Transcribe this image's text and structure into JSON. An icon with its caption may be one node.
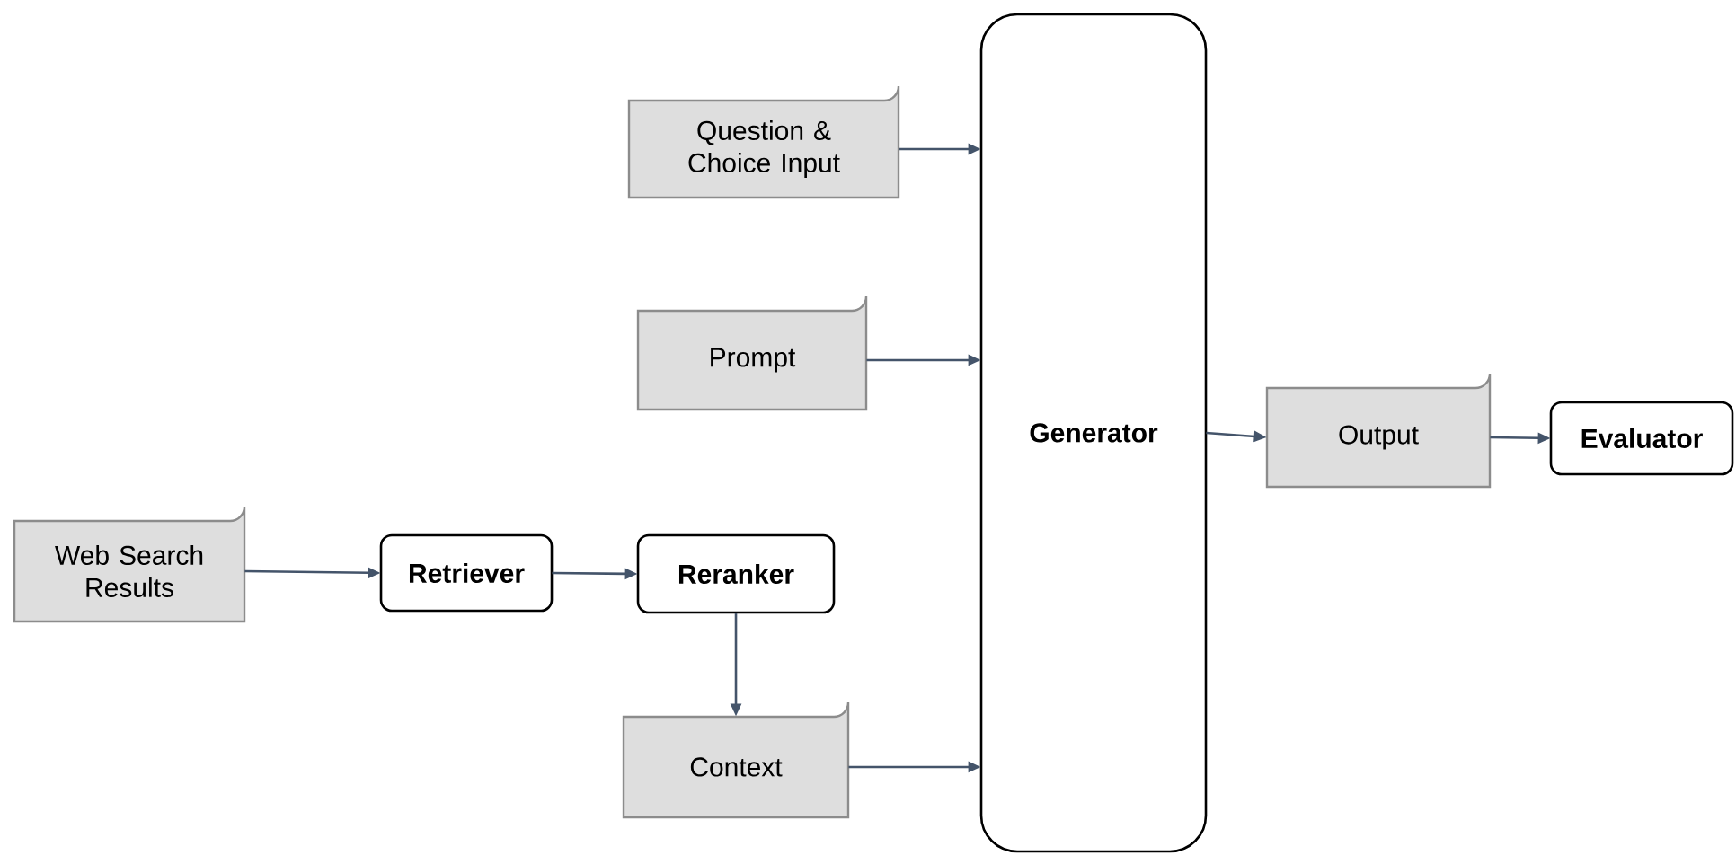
{
  "diagram": {
    "nodes": [
      {
        "text": [
          "Question & Choice Input"
        ]
      },
      {
        "text": [
          "Prompt"
        ]
      },
      {
        "text": [
          "Web Search Results"
        ]
      },
      {
        "text": [
          "Retriever"
        ]
      },
      {
        "text": [
          "Reranker"
        ]
      },
      {
        "text": [
          "Context"
        ]
      },
      {
        "text": [
          "Generator"
        ]
      },
      {
        "text": [
          "Output"
        ]
      },
      {
        "text": [
          "Evaluator"
        ]
      }
    ],
    "edges": [
      {
        "from": 0,
        "to": 6,
        "arrow": "to"
      },
      {
        "from": 1,
        "to": 6,
        "arrow": "to"
      },
      {
        "from": 5,
        "to": 6,
        "arrow": "to"
      },
      {
        "from": 2,
        "to": 3,
        "arrow": "to"
      },
      {
        "from": 3,
        "to": 4,
        "arrow": "to"
      },
      {
        "from": 4,
        "to": 5,
        "arrow": "to"
      },
      {
        "from": 6,
        "to": 7,
        "arrow": "to"
      },
      {
        "from": 7,
        "to": 8,
        "arrow": "to"
      }
    ]
  }
}
